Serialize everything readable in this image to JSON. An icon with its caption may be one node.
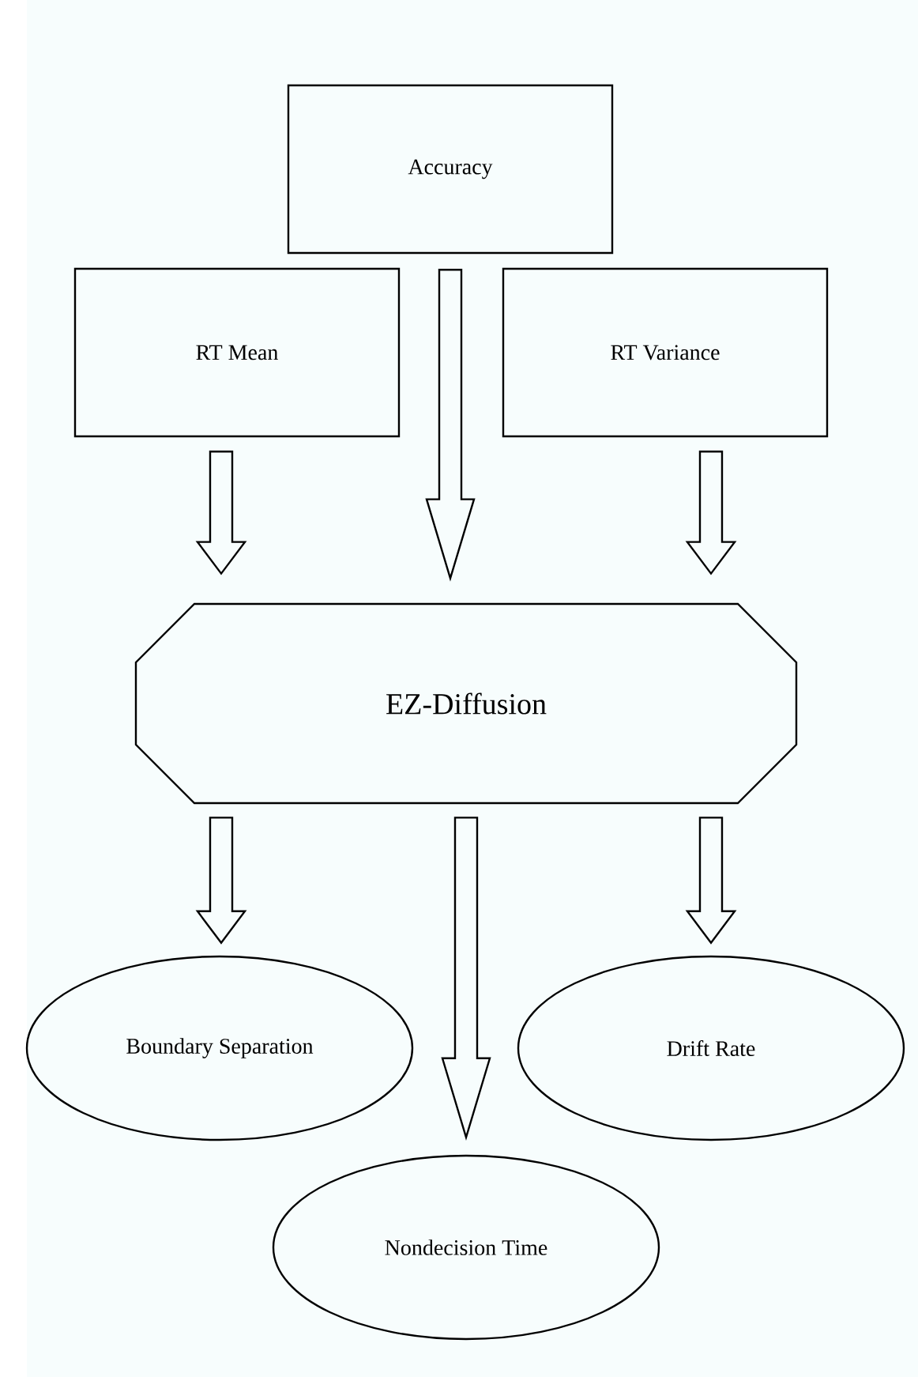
{
  "diagram": {
    "nodes": [
      {
        "text": [
          "Accuracy"
        ]
      },
      {
        "text": [
          "RT Mean"
        ]
      },
      {
        "text": [
          "RT Variance"
        ]
      },
      {
        "text": [
          "EZ-Diffusion"
        ]
      },
      {
        "text": [
          "Boundary Separation"
        ]
      },
      {
        "text": [
          "Drift Rate"
        ]
      },
      {
        "text": [
          "Nondecision Time"
        ]
      }
    ],
    "edges": [
      {
        "from": 1,
        "to": 3,
        "arrow": "to"
      },
      {
        "from": 0,
        "to": 3,
        "arrow": "to"
      },
      {
        "from": 2,
        "to": 3,
        "arrow": "to"
      },
      {
        "from": 3,
        "to": 4,
        "arrow": "to"
      },
      {
        "from": 3,
        "to": 6,
        "arrow": "to"
      },
      {
        "from": 3,
        "to": 5,
        "arrow": "to"
      }
    ]
  }
}
